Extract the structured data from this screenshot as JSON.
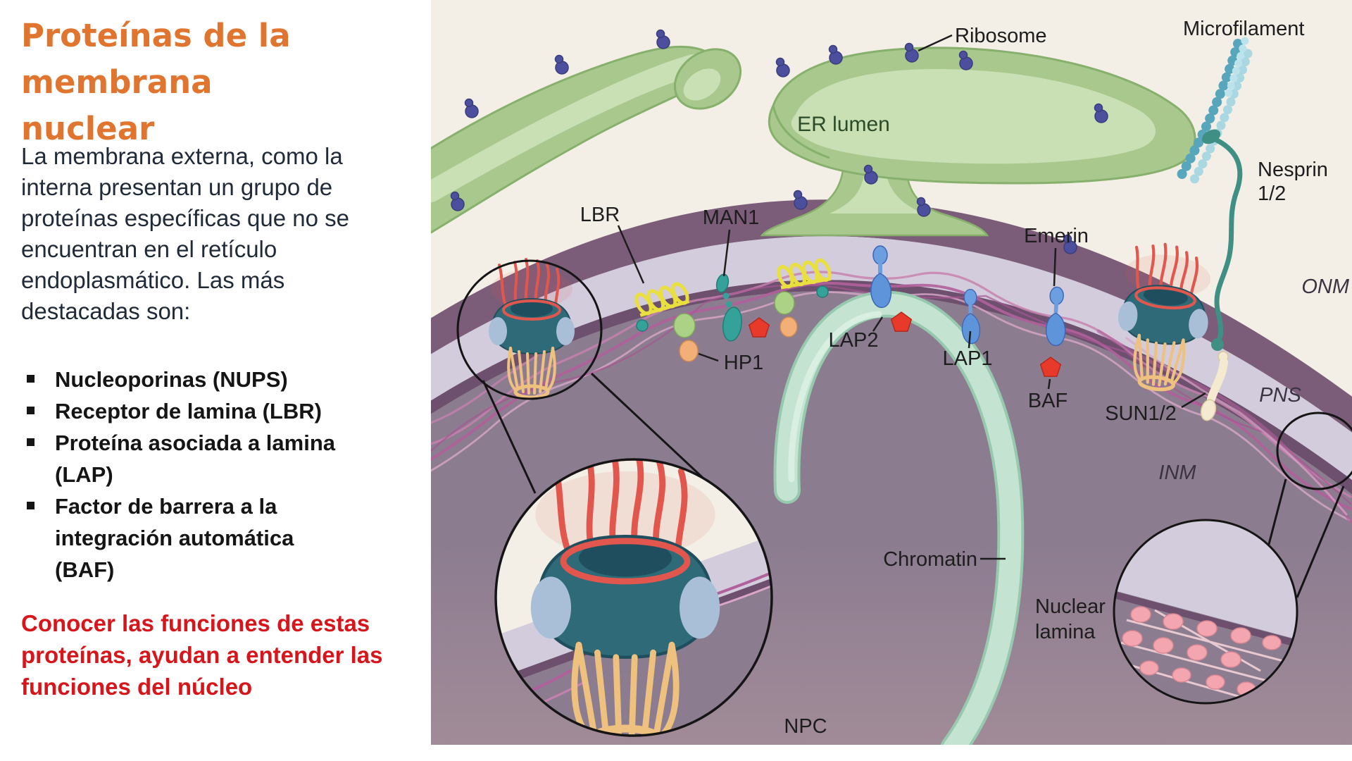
{
  "left_panel": {
    "title": "Proteínas de la\nmembrana nuclear",
    "paragraph": "La membrana externa, como la\ninterna presentan un grupo de\nproteínas específicas que no se\nencuentran en el retículo\nendoplasmático. Las más\ndestacadas son:",
    "bullets": [
      "Nucleoporinas (NUPS)",
      "Receptor de lamina (LBR)",
      "Proteína asociada a lamina\n(LAP)",
      "Factor de barrera a la\nintegración automática (BAF)"
    ],
    "note": "Conocer las funciones de estas\nproteínas, ayudan a entender las\nfunciones del núcleo",
    "colors": {
      "title": "#e0752f",
      "body": "#212a38",
      "note": "#d8151b"
    }
  },
  "diagram": {
    "labels": {
      "ribosome": "Ribosome",
      "microfilament": "Microfilament",
      "er_lumen": "ER lumen",
      "lbr": "LBR",
      "man1": "MAN1",
      "hp1": "HP1",
      "lap2": "LAP2",
      "lap1": "LAP1",
      "emerin": "Emerin",
      "baf": "BAF",
      "sun": "SUN1/2",
      "nesprin_line1": "Nesprin",
      "nesprin_line2": "1/2",
      "onm": "ONM",
      "pns": "PNS",
      "inm": "INM",
      "chromatin": "Chromatin",
      "npc": "NPC",
      "lamina_line1": "Nuclear",
      "lamina_line2": "lamina"
    },
    "colors": {
      "background": "#f3efe6",
      "er_membrane": "#a9c88e",
      "er_outline": "#86b06b",
      "er_lumen": "#c8e0b4",
      "ribosome": "#4c4f9e",
      "onm_band": "#7b5c79",
      "pns_band": "#d3ccdd",
      "inm_band": "#6d4f6e",
      "nucleus": "#8c7c90",
      "lamina_mesh": "#b0609a",
      "npc_teal": "#2f6a78",
      "npc_basket": "#eec27e",
      "npc_filaments": "#e2574d",
      "lbr_coil": "#e9df3e",
      "man1_teal": "#35a29a",
      "lap_blue": "#5d94da",
      "baf_red": "#e83a2b",
      "hp1_orange": "#f2b078",
      "chromatin_tube": "#c4e3d1",
      "nesprin_teal": "#3f8f84",
      "sun_cream": "#f4ead0",
      "microfilament": "#57a6bc",
      "lamin_pink": "#f4a6b0"
    }
  }
}
